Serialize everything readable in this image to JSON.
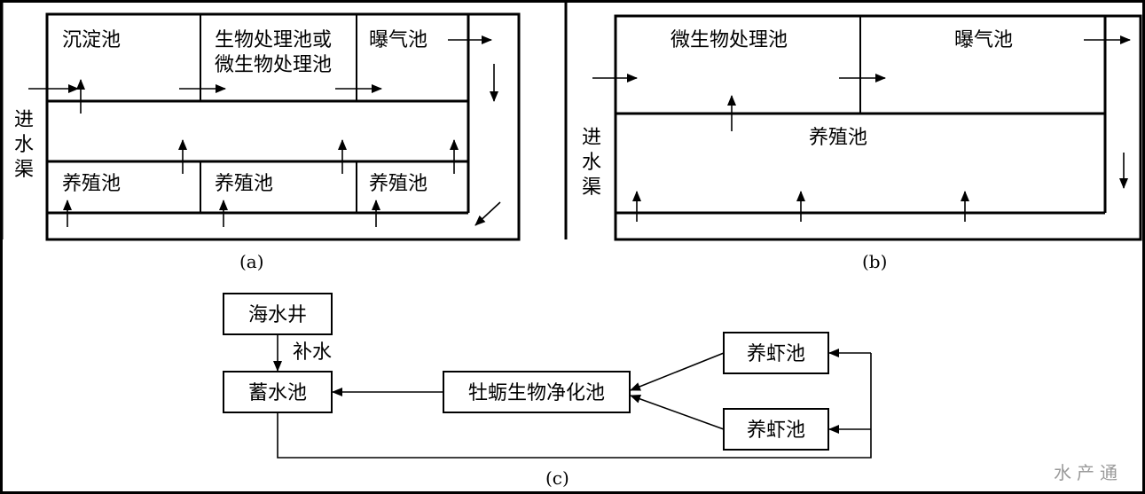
{
  "panel_a": {
    "caption": "(a)",
    "channel": [
      "进",
      "水",
      "渠"
    ],
    "settling_tank": "沉淀池",
    "bio_treatment_line1": "生物处理池或",
    "bio_treatment_line2": "微生物处理池",
    "aeration_tank": "曝气池",
    "culture_tank_1": "养殖池",
    "culture_tank_2": "养殖池",
    "culture_tank_3": "养殖池"
  },
  "panel_b": {
    "caption": "(b)",
    "channel": [
      "进",
      "水",
      "渠"
    ],
    "microbial_tank": "微生物处理池",
    "aeration_tank": "曝气池",
    "culture_tank": "养殖池"
  },
  "panel_c": {
    "caption": "(c)",
    "seawater_well": "海水井",
    "replenish": "补水",
    "reservoir": "蓄水池",
    "oyster_purification": "牡蛎生物净化池",
    "shrimp_pond_1": "养虾池",
    "shrimp_pond_2": "养虾池"
  },
  "watermark": "水产通"
}
